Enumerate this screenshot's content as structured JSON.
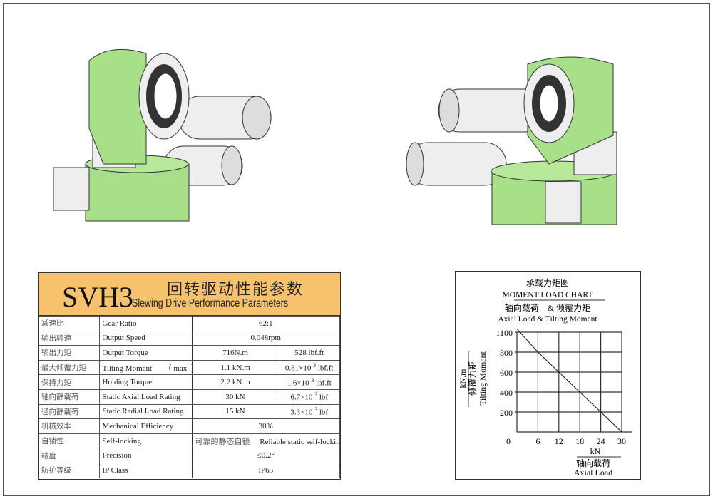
{
  "header": {
    "model": "SVH3",
    "title_cn": "回转驱动性能参数",
    "title_en": "Slewing Drive Performance Parameters"
  },
  "rows": [
    {
      "cn": "减速比",
      "en": "Gear Ratio",
      "value": "62:1"
    },
    {
      "cn": "输出转速",
      "en": "Output Speed",
      "value": "0.048rpm"
    },
    {
      "cn": "输出力矩",
      "en": "Output Torque",
      "metric": "716N.m",
      "imperial": "528 lbf.ft"
    },
    {
      "cn": "最大倾覆力矩",
      "en": "Tilting Moment",
      "note": "（ max. ）",
      "metric": "1.1 kN.m",
      "imperial_base": "0.81×10",
      "imperial_exp": "3",
      "imperial_unit": "lbf.ft"
    },
    {
      "cn": "保持力矩",
      "en": "Holding Torque",
      "metric": "2.2 kN.m",
      "imperial_base": "1.6×10",
      "imperial_exp": "3",
      "imperial_unit": "lbf.ft"
    },
    {
      "cn": "轴向静载荷",
      "en": "Static Axial Load Rating",
      "metric": "30 kN",
      "imperial_base": "6.7×10",
      "imperial_exp": "3",
      "imperial_unit": "lbf"
    },
    {
      "cn": "径向静载荷",
      "en": "Static Radial Load Rating",
      "metric": "15 kN",
      "imperial_base": "3.3×10",
      "imperial_exp": "3",
      "imperial_unit": "lbf"
    },
    {
      "cn": "机械效率",
      "en": "Mechanical Efficiency",
      "value": "30%"
    },
    {
      "cn": "自锁性",
      "en": "Self-locking",
      "value_cn": "可靠的静态自锁",
      "value": "Reliable static self-locking"
    },
    {
      "cn": "精度",
      "en": "Precision",
      "value": "≤0.2°"
    },
    {
      "cn": "防护等级",
      "en": "IP Class",
      "value": "IP65"
    }
  ],
  "chart_data": {
    "type": "line",
    "title_cn": "承载力矩图",
    "title": "MOMENT LOAD CHART",
    "subtitle_cn": "轴向载荷　& 倾覆力矩",
    "subtitle": "Axial Load & Tilting Moment",
    "ylabel_unit": "kN.m",
    "ylabel_cn": "倾覆力矩",
    "ylabel": "Tilting Moment",
    "xlabel_unit": "kN",
    "xlabel_cn": "轴向载荷",
    "xlabel": "Axial Load",
    "x_ticks": [
      "6",
      "12",
      "18",
      "24",
      "30"
    ],
    "y_ticks": [
      "200",
      "400",
      "600",
      "800",
      "1100"
    ],
    "origin_label": "0",
    "x_values": [
      0,
      6,
      12,
      18,
      24,
      30
    ],
    "y_grid": [
      0,
      200,
      400,
      600,
      800,
      1100
    ],
    "series": [
      {
        "name": "Axial Load & Tilting Moment",
        "points": [
          [
            0,
            1150
          ],
          [
            6,
            800
          ],
          [
            12,
            600
          ],
          [
            18,
            400
          ],
          [
            24,
            200
          ],
          [
            30,
            0
          ]
        ]
      }
    ],
    "xlim": [
      0,
      30
    ],
    "ylim": [
      0,
      1100
    ],
    "grid": true
  },
  "colors": {
    "header": "#f6c26e",
    "housing": "#a8e08a"
  }
}
